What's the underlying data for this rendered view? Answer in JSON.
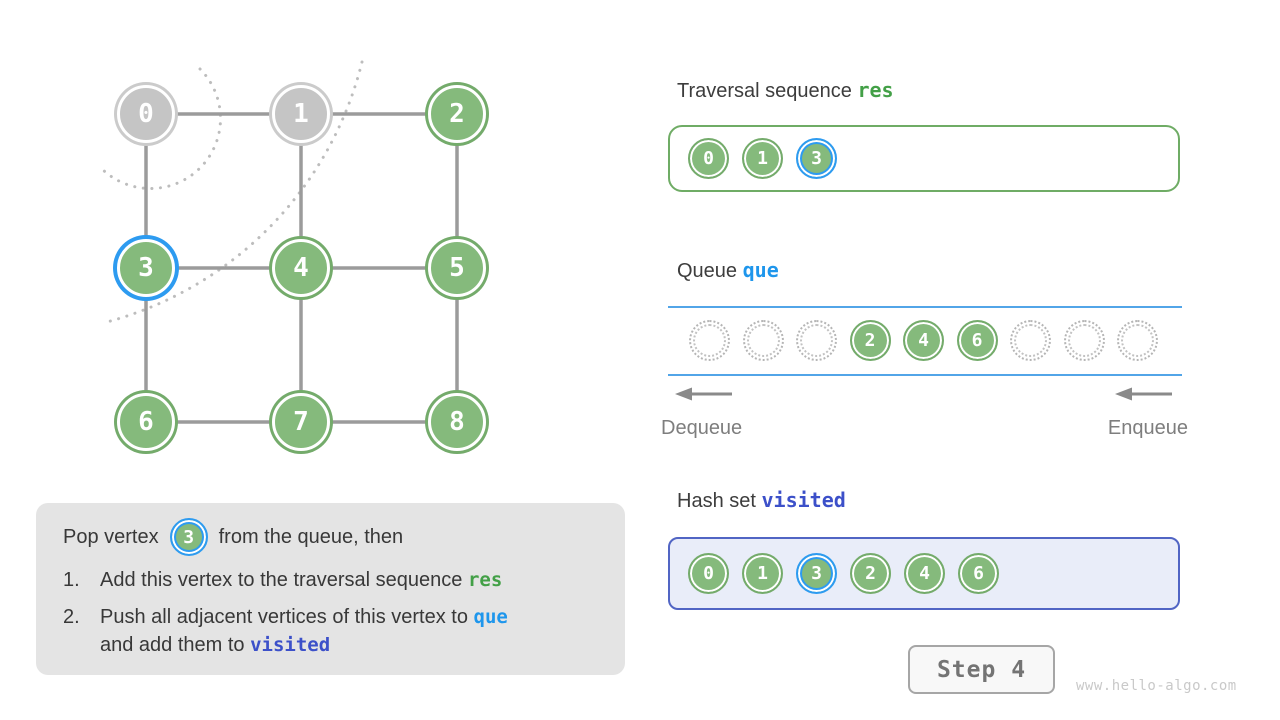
{
  "colors": {
    "green_fill": "#85ba7c",
    "green_ring": "#74ab6b",
    "gray_fill": "#c5c5c5",
    "gray_ring": "#cbcbcb",
    "highlight_blue": "#2d9bf0",
    "edge_gray": "#9b9b9b",
    "arc_gray": "#bdbdbd",
    "res_green": "#43a047",
    "que_blue": "#1e96ec",
    "visited_indigo": "#3c50c9",
    "queue_line_blue": "#52a5e8",
    "res_box_border": "#6fac65",
    "hash_box_border": "#5165c4",
    "hash_box_bg": "#e9edf9"
  },
  "graph": {
    "nodes": [
      {
        "label": "0",
        "state": "gray"
      },
      {
        "label": "1",
        "state": "gray"
      },
      {
        "label": "2",
        "state": "green"
      },
      {
        "label": "3",
        "state": "current"
      },
      {
        "label": "4",
        "state": "green"
      },
      {
        "label": "5",
        "state": "green"
      },
      {
        "label": "6",
        "state": "green"
      },
      {
        "label": "7",
        "state": "green"
      },
      {
        "label": "8",
        "state": "green"
      }
    ],
    "edges": [
      [
        0,
        1
      ],
      [
        1,
        2
      ],
      [
        0,
        3
      ],
      [
        1,
        4
      ],
      [
        2,
        5
      ],
      [
        3,
        4
      ],
      [
        4,
        5
      ],
      [
        3,
        6
      ],
      [
        4,
        7
      ],
      [
        5,
        8
      ],
      [
        6,
        7
      ],
      [
        7,
        8
      ]
    ]
  },
  "traversal": {
    "title": "Traversal sequence",
    "code": "res",
    "items": [
      {
        "label": "0",
        "state": "green"
      },
      {
        "label": "1",
        "state": "green"
      },
      {
        "label": "3",
        "state": "current"
      }
    ]
  },
  "queue": {
    "title": "Queue",
    "code": "que",
    "slots": [
      "",
      "",
      "",
      "2",
      "4",
      "6",
      "",
      "",
      ""
    ],
    "dequeue_label": "Dequeue",
    "enqueue_label": "Enqueue"
  },
  "hashset": {
    "title": "Hash set",
    "code": "visited",
    "items": [
      {
        "label": "0",
        "state": "green"
      },
      {
        "label": "1",
        "state": "green"
      },
      {
        "label": "3",
        "state": "current"
      },
      {
        "label": "2",
        "state": "green"
      },
      {
        "label": "4",
        "state": "green"
      },
      {
        "label": "6",
        "state": "green"
      }
    ]
  },
  "explanation": {
    "line1_prefix": "Pop vertex",
    "badge": "3",
    "line1_suffix": "from the queue, then",
    "item1_num": "1.",
    "item1_text": "Add this vertex to the traversal sequence ",
    "item1_code": "res",
    "item2_num": "2.",
    "item2_line1_text": "Push all adjacent vertices of this vertex to ",
    "item2_line1_code": "que",
    "item2_line2_text": "and add them to ",
    "item2_line2_code": "visited"
  },
  "step_button": {
    "label": "Step 4"
  },
  "watermark": "www.hello-algo.com"
}
